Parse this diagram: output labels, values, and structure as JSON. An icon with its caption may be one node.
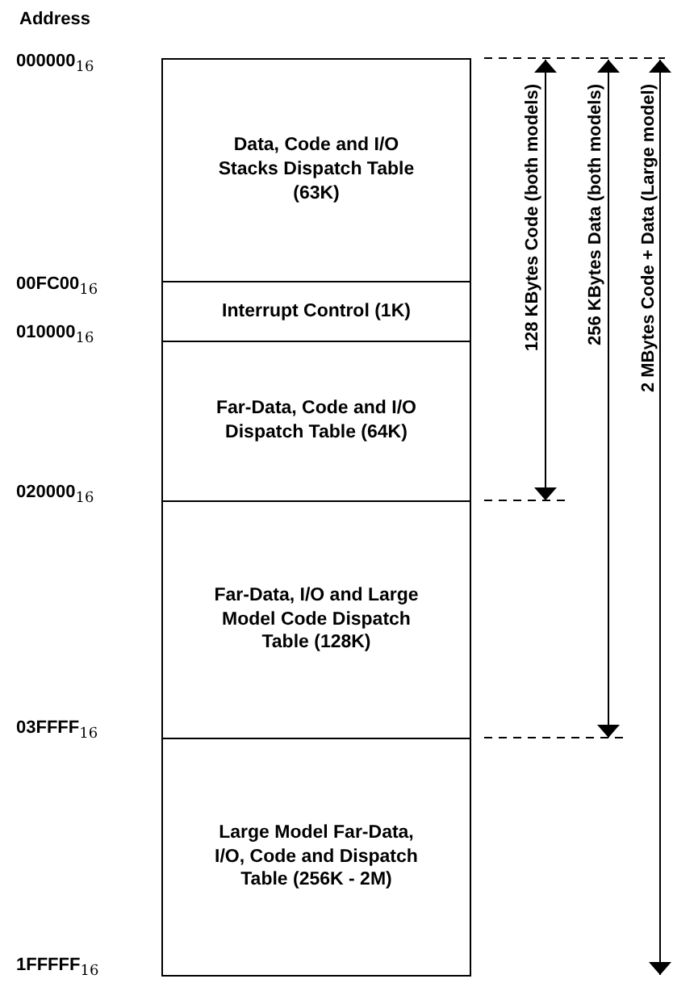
{
  "diagram": {
    "nodes": [
      {
        "text": [
          "Data, Code and I/O Stacks Dispatch Table (63K)"
        ]
      },
      {
        "text": [
          "Interrupt Control (1K)"
        ]
      },
      {
        "text": [
          "Far-Data, Code and I/O Dispatch Table (64K)"
        ]
      },
      {
        "text": [
          "Far-Data, I/O and Large Model Code Dispatch Table (128K)"
        ]
      },
      {
        "text": [
          "Large Model Far-Data, I/O, Code and Dispatch Table (256K - 2M)"
        ]
      }
    ],
    "labels": [
      "Address",
      "000000$_{16}$",
      "00FC00$_{16}$",
      "010000$_{16}$",
      "020000$_{16}$",
      "03FFFF$_{16}$",
      "1FFFFF$_{16}$",
      "128 KBytes Code (both models)",
      "256 KBytes Data (both models)",
      "2 MBytes Code + Data (Large model)"
    ]
  }
}
